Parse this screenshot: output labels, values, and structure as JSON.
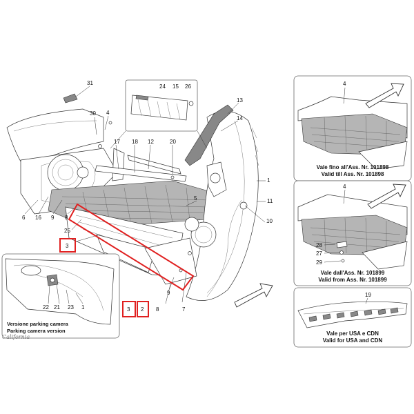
{
  "main": {
    "labels": [
      "31",
      "30",
      "4",
      "17",
      "18",
      "12",
      "20",
      "13",
      "14",
      "1",
      "11",
      "10",
      "5",
      "6",
      "16",
      "9",
      "8",
      "25",
      "3",
      "3",
      "2",
      "8",
      "9",
      "7",
      "24",
      "15",
      "26"
    ]
  },
  "inset": {
    "labels": [
      "22",
      "21",
      "23",
      "1"
    ],
    "caption": {
      "line1": "Versione parking camera",
      "line2": "Parking camera version"
    }
  },
  "panel_a": {
    "labels": [
      "4"
    ],
    "caption": {
      "line1": "Vale fino all'Ass. Nr. 101898",
      "line2": "Valid till Ass. Nr. 101898"
    }
  },
  "panel_b": {
    "labels": [
      "4",
      "28",
      "27",
      "29"
    ],
    "caption": {
      "line1": "Vale dall'Ass. Nr. 101899",
      "line2": "Valid from Ass. Nr. 101899"
    }
  },
  "panel_c": {
    "labels": [
      "19"
    ],
    "caption": {
      "line1": "Vale per USA e CDN",
      "line2": "Valid for USA and CDN"
    }
  },
  "logo": "California",
  "colors": {
    "highlight": "#e02020",
    "line": "#333333",
    "panel_border": "#666666"
  }
}
